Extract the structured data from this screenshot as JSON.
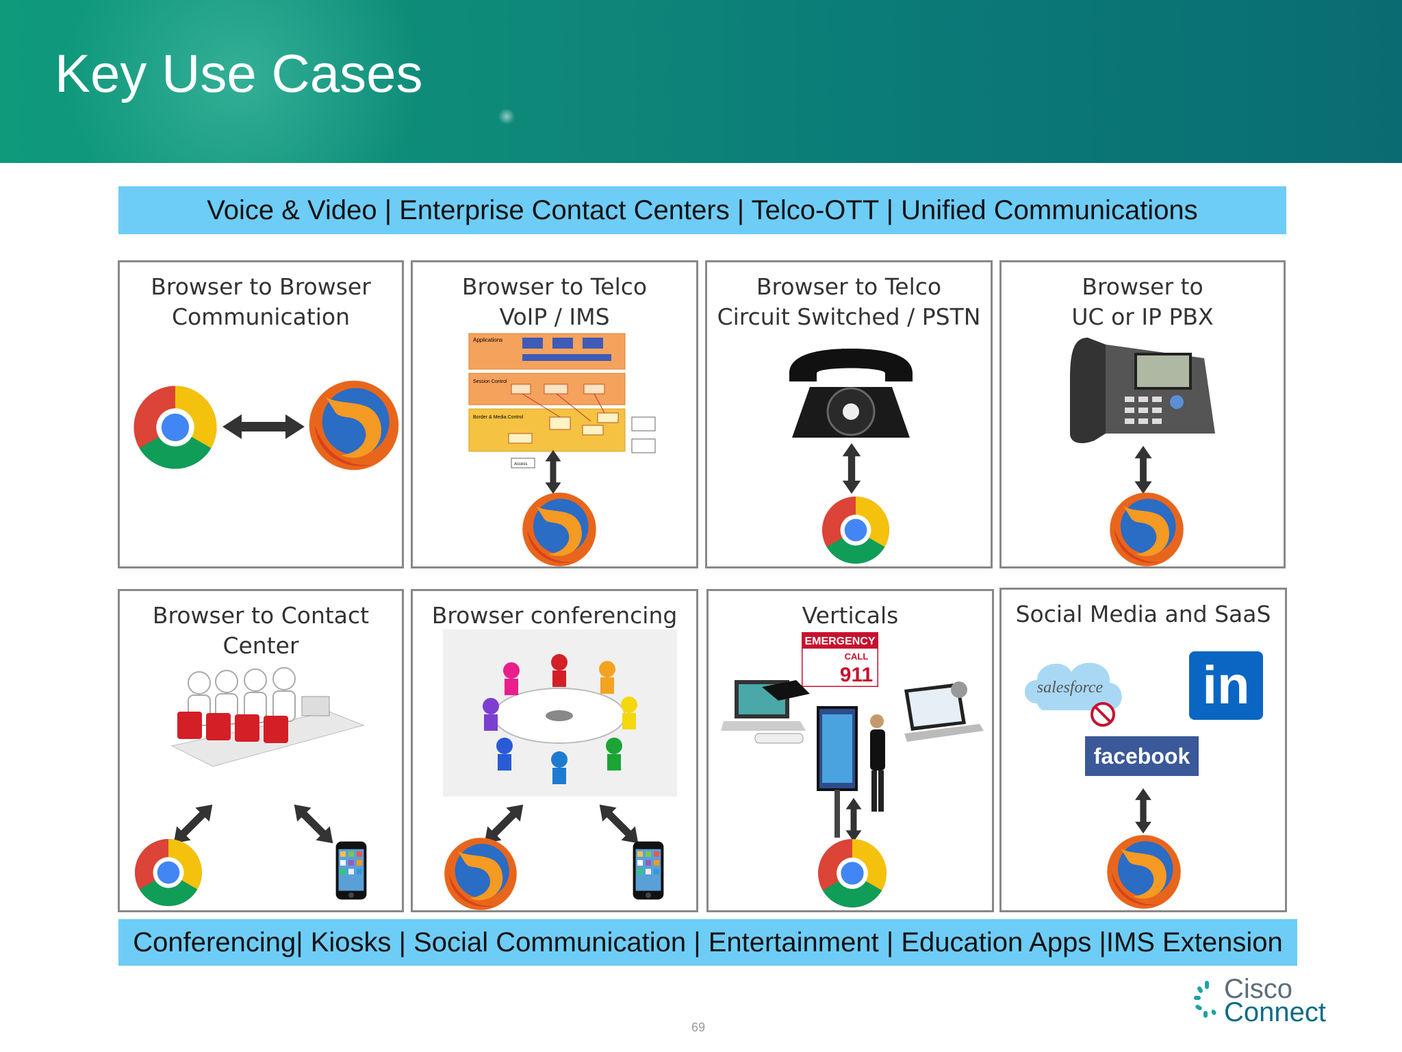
{
  "slide": {
    "title": "Key Use Cases",
    "top_band": "Voice & Video | Enterprise Contact Centers | Telco-OTT | Unified Communications",
    "bottom_band": "Conferencing| Kiosks | Social Communication | Entertainment | Education Apps |IMS Extension",
    "page_number": "69"
  },
  "cells": [
    {
      "line1": "Browser to Browser",
      "line2": "Communication"
    },
    {
      "line1": "Browser to Telco",
      "line2": "VoIP / IMS"
    },
    {
      "line1": "Browser to Telco",
      "line2": "Circuit Switched / PSTN"
    },
    {
      "line1": "Browser to",
      "line2": "UC or IP PBX"
    },
    {
      "line1": "Browser to Contact",
      "line2": "Center"
    },
    {
      "line1": "Browser  conferencing",
      "line2": ""
    },
    {
      "line1": "Verticals",
      "line2": ""
    },
    {
      "line1": "Social Media and SaaS",
      "line2": ""
    }
  ],
  "diagram_text": {
    "applications": "Applications",
    "session_control": "Session Control",
    "border_media": "Border & Media Control",
    "access": "Access"
  },
  "logos": {
    "salesforce": "salesforce",
    "linkedin": "in",
    "facebook": "facebook",
    "emergency": "EMERGENCY",
    "call": "CALL",
    "num911": "911"
  },
  "brand": {
    "line1": "Cisco",
    "line2": "Connect"
  },
  "colors": {
    "header": "#0e8a79",
    "band": "#6dcdf7",
    "border": "#888888"
  }
}
